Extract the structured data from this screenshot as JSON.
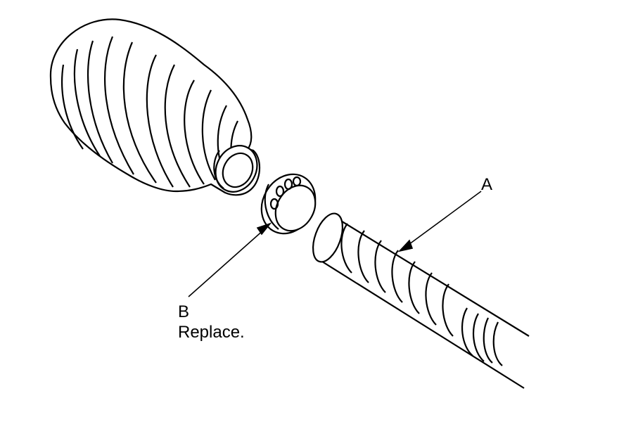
{
  "callouts": {
    "a": {
      "letter": "A"
    },
    "b": {
      "letter": "B",
      "note": "Replace."
    }
  },
  "style": {
    "stroke": "#000000",
    "fill": "#ffffff"
  }
}
